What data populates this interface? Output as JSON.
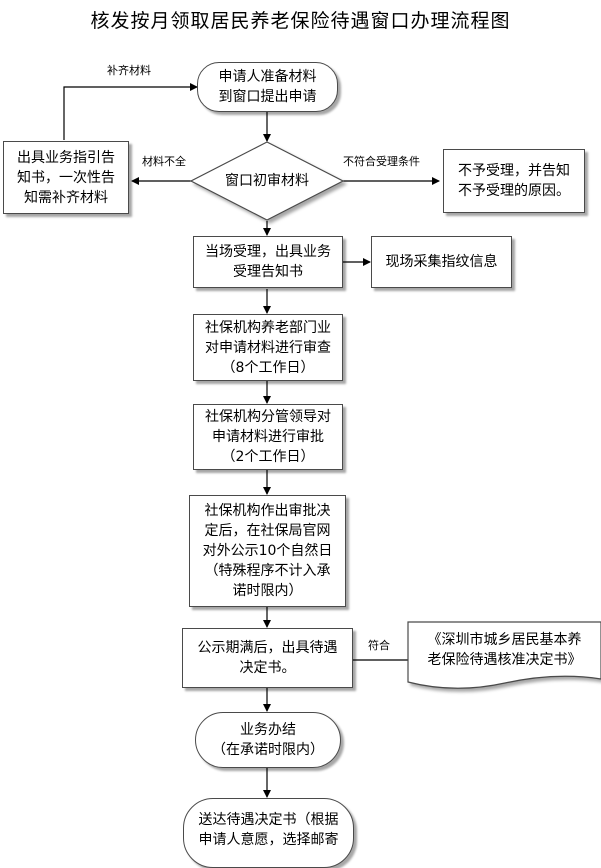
{
  "title": "核发按月领取居民养老保险待遇窗口办理流程图",
  "nodes": {
    "apply": "申请人准备材料\n到窗口提出申请",
    "initial_review": "窗口初审材料",
    "supplement_notice": "出具业务指引告\n知书，一次性告\n知需补齐材料",
    "reject": "不予受理，并告知\n不予受理的原因。",
    "accept": "当场受理，出具业务\n受理告知书",
    "fingerprint": "现场采集指纹信息",
    "dept_review": "社保机构养老部门业\n对申请材料进行审查\n（8个工作日）",
    "leader_approval": "社保机构分管领导对\n申请材料进行审批\n（2个工作日）",
    "decision_publicity": "社保机构作出审批决\n定后，在社保局官网\n对外公示10个自然日\n（特殊程序不计入承\n诺时限内）",
    "issue_decision": "公示期满后，出具待遇\n决定书。",
    "document": "《深圳市城乡居民基本养\n老保险待遇核准决定书》",
    "complete": "业务办结\n（在承诺时限内）",
    "deliver": "送达待遇决定书（根据\n申请人意愿，选择邮寄"
  },
  "labels": {
    "supplement": "补齐材料",
    "incomplete": "材料不全",
    "not_eligible": "不符合受理条件",
    "conform": "符合"
  }
}
